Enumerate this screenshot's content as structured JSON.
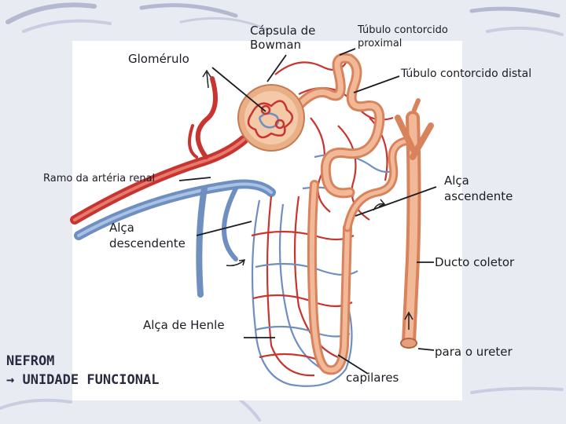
{
  "labels": {
    "capsula": "Cápsula de Bowman",
    "capsula_l1": "Cápsula de",
    "capsula_l2": "Bowman",
    "tubulo_proximal": "Túbulo contorcido proximal",
    "tubulo_proximal_l1": "Túbulo contorcido",
    "tubulo_proximal_l2": "proximal",
    "glomerulo": "Glomérulo",
    "tubulo_distal": "Túbulo contorcido distal",
    "ramo_arteria": "Ramo da artéria renal",
    "alca_ascendente": "Alça ascendente",
    "alca_ascendente_l1": "Alça",
    "alca_ascendente_l2": "ascendente",
    "alca_descendente": "Alça descendente",
    "alca_descendente_l1": "Alça",
    "alca_descendente_l2": "descendente",
    "ducto_coletor": "Ducto coletor",
    "alca_henle": "Alça de Henle",
    "para_ureter": "para o ureter",
    "capilares": "capilares"
  },
  "title": {
    "line1": "NEFROM",
    "line2": "→ UNIDADE FUNCIONAL"
  },
  "colors": {
    "background": "#e9ebf3",
    "artery": "#c8342f",
    "vein": "#6e8fc0",
    "tubule": "#eba27c",
    "capsule": "#e9b088",
    "text": "#1c1c24"
  }
}
